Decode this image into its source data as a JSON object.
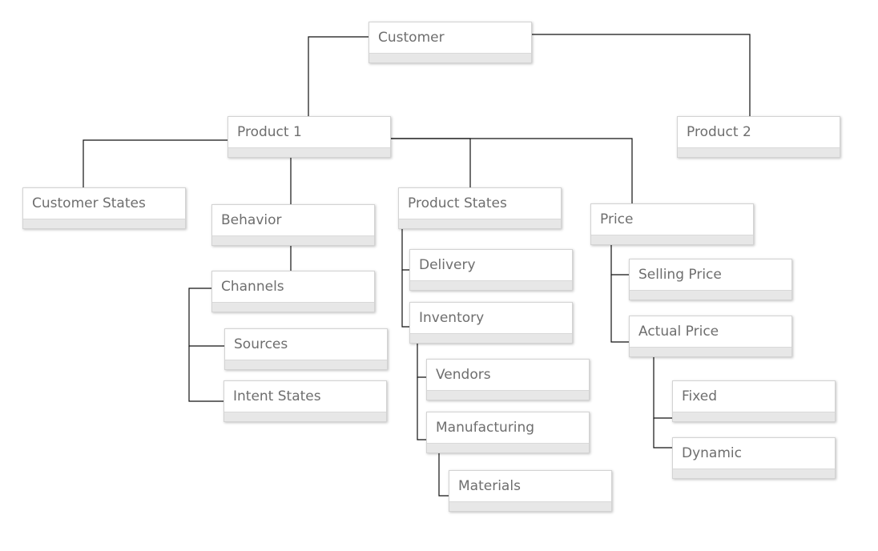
{
  "diagram": {
    "nodes": {
      "customer": "Customer",
      "product_1": "Product 1",
      "product_2": "Product 2",
      "customer_states": "Customer States",
      "behavior": "Behavior",
      "product_states": "Product States",
      "price": "Price",
      "channels": "Channels",
      "sources": "Sources",
      "intent_states": "Intent States",
      "delivery": "Delivery",
      "inventory": "Inventory",
      "vendors": "Vendors",
      "manufacturing": "Manufacturing",
      "materials": "Materials",
      "selling_price": "Selling Price",
      "actual_price": "Actual Price",
      "fixed": "Fixed",
      "dynamic": "Dynamic"
    },
    "edges": [
      [
        "customer",
        "product_1"
      ],
      [
        "customer",
        "product_2"
      ],
      [
        "product_1",
        "customer_states"
      ],
      [
        "product_1",
        "behavior"
      ],
      [
        "product_1",
        "product_states"
      ],
      [
        "product_1",
        "price"
      ],
      [
        "behavior",
        "channels"
      ],
      [
        "channels",
        "sources"
      ],
      [
        "channels",
        "intent_states"
      ],
      [
        "product_states",
        "delivery"
      ],
      [
        "product_states",
        "inventory"
      ],
      [
        "inventory",
        "vendors"
      ],
      [
        "inventory",
        "manufacturing"
      ],
      [
        "manufacturing",
        "materials"
      ],
      [
        "price",
        "selling_price"
      ],
      [
        "price",
        "actual_price"
      ],
      [
        "actual_price",
        "fixed"
      ],
      [
        "actual_price",
        "dynamic"
      ]
    ]
  }
}
